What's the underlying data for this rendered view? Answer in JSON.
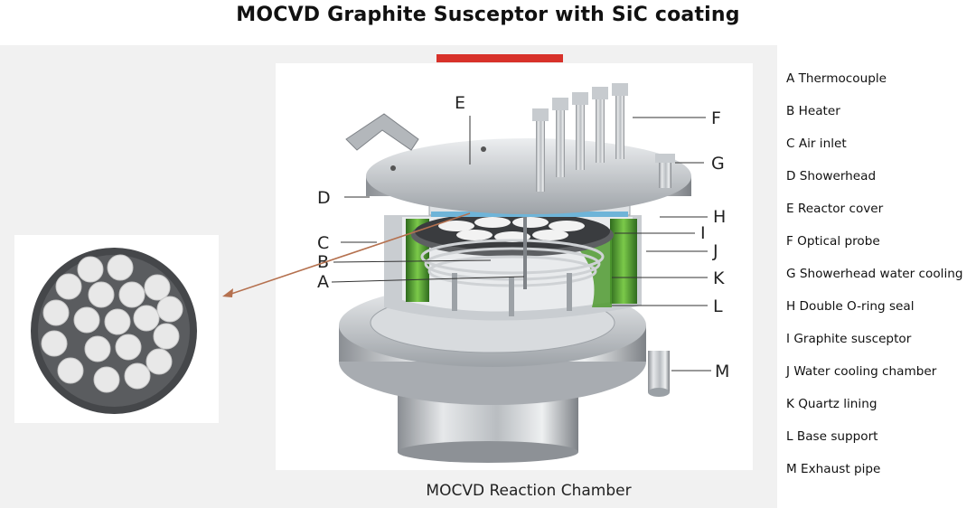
{
  "title": "MOCVD Graphite Susceptor with SiC coating",
  "caption": "MOCVD Reaction Chamber",
  "accent_color": "#d8322a",
  "diagram": {
    "callouts": [
      "E",
      "F",
      "G",
      "D",
      "H",
      "I",
      "C",
      "J",
      "B",
      "K",
      "A",
      "L",
      "M"
    ]
  },
  "legend": [
    "A Thermocouple",
    "B Heater",
    "C Air inlet",
    "D Showerhead",
    "E Reactor cover",
    "F Optical probe",
    "G Showerhead water cooling",
    "H Double O-ring seal",
    "I  Graphite susceptor",
    "J  Water cooling chamber",
    "K Quartz lining",
    "L Base support",
    "M Exhaust pipe"
  ]
}
